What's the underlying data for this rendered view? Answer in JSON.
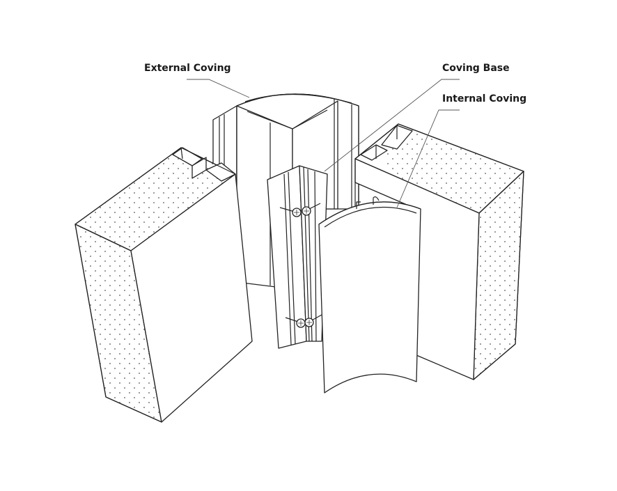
{
  "labels": {
    "external_coving": "External Coving",
    "coving_base": "Coving Base",
    "internal_coving": "Internal Coving"
  },
  "colors": {
    "line": "#222222",
    "background": "#ffffff",
    "stipple": "#555555"
  }
}
